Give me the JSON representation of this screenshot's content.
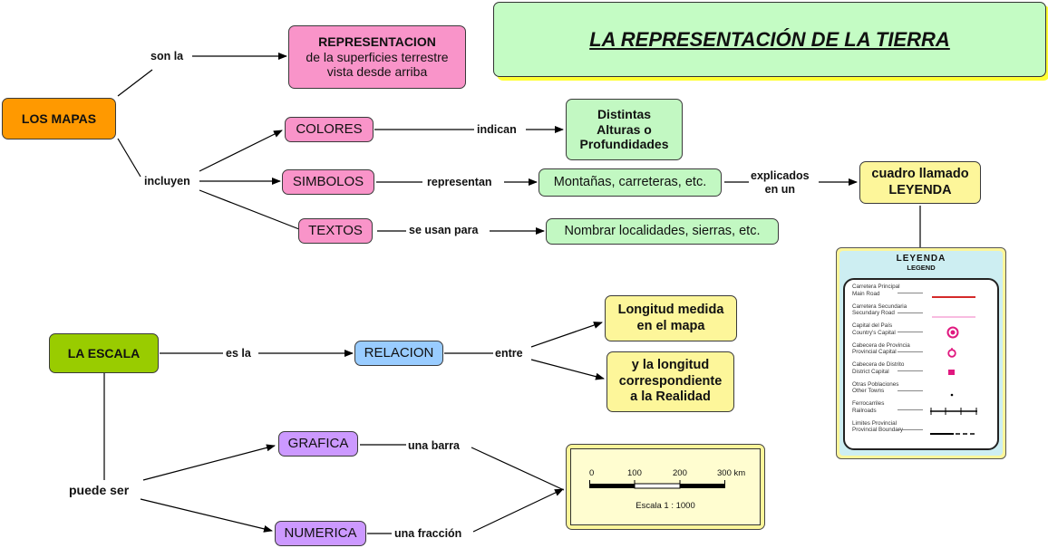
{
  "title": "LA REPRESENTACIÓN DE LA TIERRA",
  "nodes": {
    "los_mapas": "LOS MAPAS",
    "representacion_title": "REPRESENTACION",
    "representacion_line1": "de la superficies terrestre",
    "representacion_line2": "vista desde arriba",
    "colores": "COLORES",
    "simbolos": "SIMBOLOS",
    "textos": "TEXTOS",
    "distintas_1": "Distintas",
    "distintas_2": "Alturas o",
    "distintas_3": "Profundidades",
    "montanas": "Montañas, carreteras, etc.",
    "nombrar": "Nombrar localidades, sierras, etc.",
    "cuadro_1": "cuadro llamado",
    "cuadro_2": "LEYENDA",
    "la_escala": "LA ESCALA",
    "relacion": "RELACION",
    "longitud_1": "Longitud medida",
    "longitud_2": "en el mapa",
    "real_1": "y la longitud",
    "real_2": "correspondiente",
    "real_3": "a la Realidad",
    "grafica": "GRAFICA",
    "numerica": "NUMERICA"
  },
  "links": {
    "son_la": "son la",
    "incluyen": "incluyen",
    "indican": "indican",
    "representan": "representan",
    "se_usan_para": "se usan para",
    "explicados_1": "explicados",
    "explicados_2": "en un",
    "es_la": "es la",
    "entre": "entre",
    "puede_ser": "puede ser",
    "una_barra": "una barra",
    "una_fraccion": "una fracción"
  },
  "legend": {
    "title": "LEYENDA",
    "subtitle": "LEGEND",
    "rows": [
      {
        "es": "Carretera  Principal",
        "en": "Main Road",
        "symbol": "red-line"
      },
      {
        "es": "Carretera Secundaria",
        "en": "Secundary Road",
        "symbol": "pink-line"
      },
      {
        "es": "Capital del País",
        "en": "Country's Capital",
        "symbol": "star-circle"
      },
      {
        "es": "Cabecera de Provincia",
        "en": "Provincial Capital",
        "symbol": "open-circle"
      },
      {
        "es": "Cabecera de Distrito",
        "en": "District Capital",
        "symbol": "square"
      },
      {
        "es": "Otras Poblaciones",
        "en": "Other Towns",
        "symbol": "dot"
      },
      {
        "es": "Ferrocarriles",
        "en": "Railroads",
        "symbol": "railroad"
      },
      {
        "es": "Limites Provincial",
        "en": "Provincial Boundary",
        "symbol": "dashed-line"
      }
    ],
    "colors": {
      "main_road": "#d42a2a",
      "secondary_road": "#f07ac0",
      "capital": "#e0187f"
    }
  },
  "scale": {
    "ticks": [
      "0",
      "100",
      "200",
      "300 km"
    ],
    "caption": "Escala  1 : 1000"
  },
  "colors": {
    "orange": "#ff9900",
    "pink": "#f994c9",
    "green": "#c2f8c2",
    "yellow": "#fdf69a",
    "lime": "#99cc00",
    "blue": "#99ccff",
    "purple": "#cc99ff"
  }
}
